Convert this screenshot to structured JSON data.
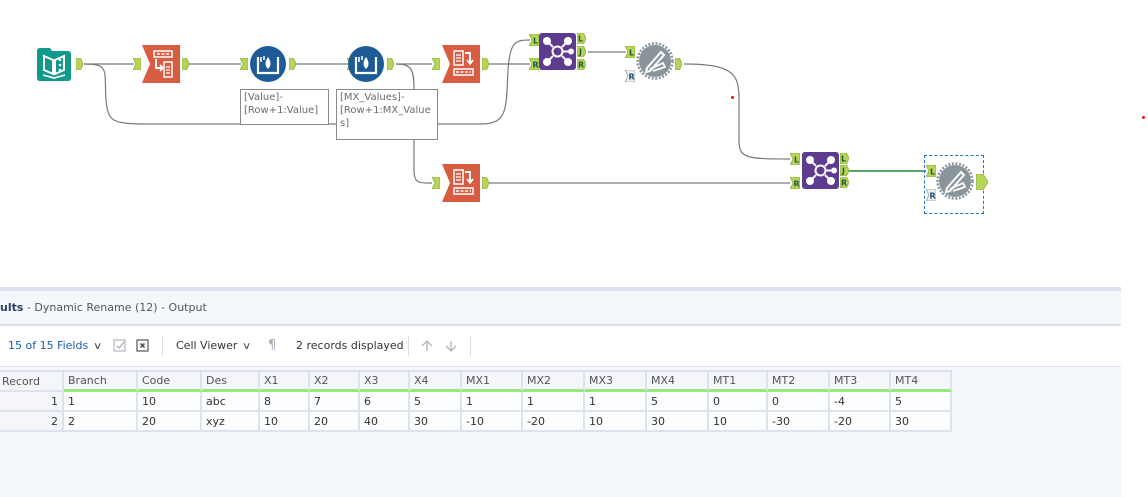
{
  "canvas": {
    "tools": [
      {
        "id": "input",
        "kind": "input-data",
        "color": "#13998a"
      },
      {
        "id": "transpose",
        "kind": "transpose",
        "color": "#d85c41"
      },
      {
        "id": "formula1",
        "kind": "multi-row-formula",
        "color": "#1d5b97"
      },
      {
        "id": "formula2",
        "kind": "multi-row-formula",
        "color": "#1d5b97"
      },
      {
        "id": "crosstab1",
        "kind": "cross-tab",
        "color": "#d85c41"
      },
      {
        "id": "crosstab2",
        "kind": "cross-tab",
        "color": "#d85c41"
      },
      {
        "id": "join1",
        "kind": "join",
        "color": "#5d3b8e"
      },
      {
        "id": "join2",
        "kind": "join",
        "color": "#5d3b8e"
      },
      {
        "id": "rename1",
        "kind": "dynamic-rename",
        "color": "#8a959b"
      },
      {
        "id": "rename2",
        "kind": "dynamic-rename",
        "color": "#8a959b"
      }
    ],
    "annotations": {
      "formula1": "[Value]-\n[Row+1:Value]",
      "formula2": "[MX_Values]-\n[Row+1:MX_Values]"
    },
    "anchor_labels": {
      "left": "L",
      "right": "R",
      "join": "J"
    },
    "colors": {
      "anchor": "#b8d55b",
      "wire": "#7a7a7a",
      "selected_wire": "#1f8a3a",
      "selection": "#1b75d0"
    }
  },
  "results": {
    "title_bold": "ults",
    "title_rest": " - Dynamic Rename (12) - Output",
    "toolbar": {
      "fields_label": "15 of 15 Fields",
      "cell_viewer_label": "Cell Viewer",
      "records_label": "2 records displayed"
    },
    "table": {
      "columns": [
        "Record",
        "Branch",
        "Code",
        "Des",
        "X1",
        "X2",
        "X3",
        "X4",
        "MX1",
        "MX2",
        "MX3",
        "MX4",
        "MT1",
        "MT2",
        "MT3",
        "MT4"
      ],
      "rows": [
        [
          "1",
          "1",
          "10",
          "abc",
          "8",
          "7",
          "6",
          "5",
          "1",
          "1",
          "1",
          "5",
          "0",
          "0",
          "-4",
          "5"
        ],
        [
          "2",
          "2",
          "20",
          "xyz",
          "10",
          "20",
          "40",
          "30",
          "-10",
          "-20",
          "10",
          "30",
          "10",
          "-30",
          "-20",
          "30"
        ]
      ]
    }
  }
}
